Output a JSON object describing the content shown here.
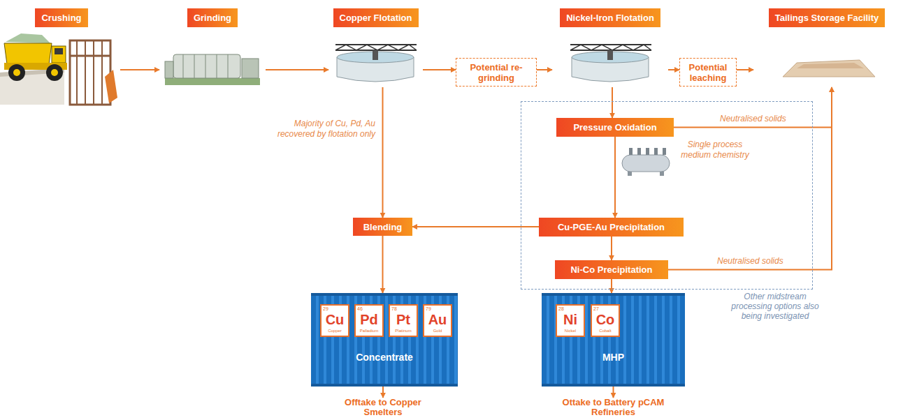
{
  "diagram": {
    "nodes": [
      {
        "text": [
          "Crushing"
        ]
      },
      {
        "text": [
          "Grinding"
        ]
      },
      {
        "text": [
          "Copper Flotation"
        ]
      },
      {
        "text": [
          "Potential re-grinding"
        ]
      },
      {
        "text": [
          "Nickel-Iron Flotation"
        ]
      },
      {
        "text": [
          "Potential leaching"
        ]
      },
      {
        "text": [
          "Tailings Storage Facility"
        ]
      },
      {
        "text": [
          "Other midstream processing options also being investigated"
        ]
      },
      {
        "text": [
          "Pressure Oxidation"
        ],
        "in": 7
      },
      {
        "text": [
          "Cu-PGE-Au Precipitation"
        ],
        "in": 7
      },
      {
        "text": [
          "Ni-Co Precipitation"
        ],
        "in": 7
      },
      {
        "text": [
          "Blending"
        ]
      },
      {
        "text": [
          "Concentrate"
        ]
      },
      {
        "text": [
          "29",
          "Cu",
          "Copper"
        ],
        "in": 12
      },
      {
        "text": [
          "46",
          "Pd",
          "Palladium"
        ],
        "in": 12
      },
      {
        "text": [
          "78",
          "Pt",
          "Platinum"
        ],
        "in": 12
      },
      {
        "text": [
          "79",
          "Au",
          "Gold"
        ],
        "in": 12
      },
      {
        "text": [
          "MHP"
        ]
      },
      {
        "text": [
          "28",
          "Ni",
          "Nickel"
        ],
        "in": 17
      },
      {
        "text": [
          "27",
          "Co",
          "Cobalt"
        ],
        "in": 17
      },
      {
        "text": [
          "Offtake to Copper Smelters"
        ]
      },
      {
        "text": [
          "Ottake to Battery pCAM Refineries"
        ]
      }
    ],
    "edges": [
      {
        "from": 0,
        "to": 1,
        "arrow": "to"
      },
      {
        "from": 1,
        "to": 2,
        "arrow": "to"
      },
      {
        "from": 2,
        "to": 3,
        "arrow": "to"
      },
      {
        "from": 3,
        "to": 4,
        "arrow": "to"
      },
      {
        "from": 4,
        "to": 5,
        "arrow": "to"
      },
      {
        "from": 5,
        "to": 6,
        "arrow": "to"
      },
      {
        "from": 2,
        "to": 11,
        "arrow": "to"
      },
      {
        "from": 4,
        "to": 8,
        "arrow": "to"
      },
      {
        "from": 8,
        "to": 6,
        "label": "Neutralised solids",
        "arrow": "to"
      },
      {
        "from": 8,
        "to": 9,
        "arrow": "to"
      },
      {
        "from": 9,
        "to": 11,
        "arrow": "to"
      },
      {
        "from": 9,
        "to": 10,
        "arrow": "to"
      },
      {
        "from": 10,
        "to": 6,
        "label": "Neutralised solids",
        "arrow": "to"
      },
      {
        "from": 11,
        "to": 12,
        "arrow": "to"
      },
      {
        "from": 10,
        "to": 17,
        "arrow": "to"
      },
      {
        "from": 12,
        "to": 20,
        "arrow": "to"
      },
      {
        "from": 17,
        "to": 21,
        "arrow": "to"
      }
    ],
    "labels": [
      "Majority of Cu, Pd, Au recovered by flotation only",
      "Single process medium chemistry"
    ]
  }
}
